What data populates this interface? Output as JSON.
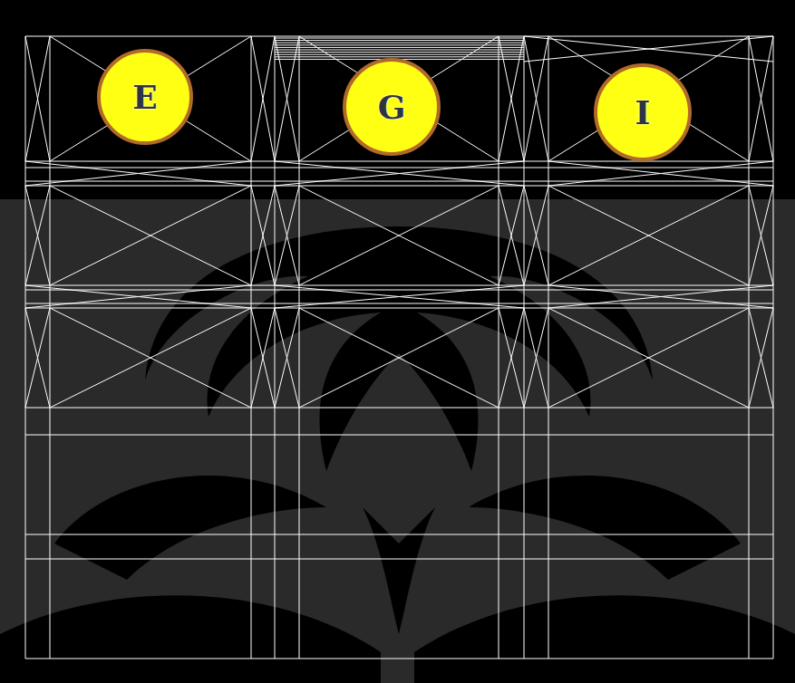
{
  "diagram": {
    "nodes": [
      {
        "text": [
          "E"
        ]
      },
      {
        "text": [
          "G"
        ]
      },
      {
        "text": [
          "I"
        ]
      }
    ]
  }
}
